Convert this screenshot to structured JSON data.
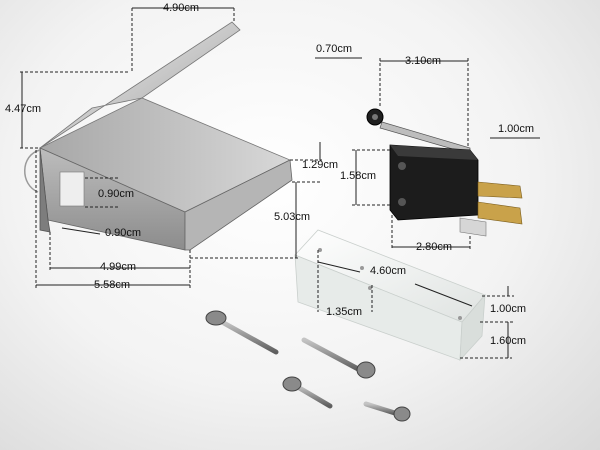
{
  "dimensions": {
    "bracket_top_width": "4.90cm",
    "bracket_height": "4.47cm",
    "bracket_lip": "1.29cm",
    "bracket_side": "5.03cm",
    "bracket_slot_h": "0.90cm",
    "bracket_slot_w": "0.90cm",
    "bracket_inner_width": "4.99cm",
    "bracket_outer_width": "5.58cm",
    "switch_roller": "0.70cm",
    "switch_lever": "3.10cm",
    "switch_depth": "1.00cm",
    "switch_height": "1.58cm",
    "switch_width": "2.80cm",
    "block_length": "4.60cm",
    "block_hole_offset": "1.35cm",
    "block_height_top": "1.00cm",
    "block_height_bottom": "1.60cm"
  },
  "colors": {
    "steel_light": "#e2e2e2",
    "steel_dark": "#8f8f8f",
    "switch_black": "#1c1c1c",
    "terminal_brass": "#c9a24a",
    "block_white": "#f4f6f5",
    "screw_grey": "#7d7d7d"
  }
}
